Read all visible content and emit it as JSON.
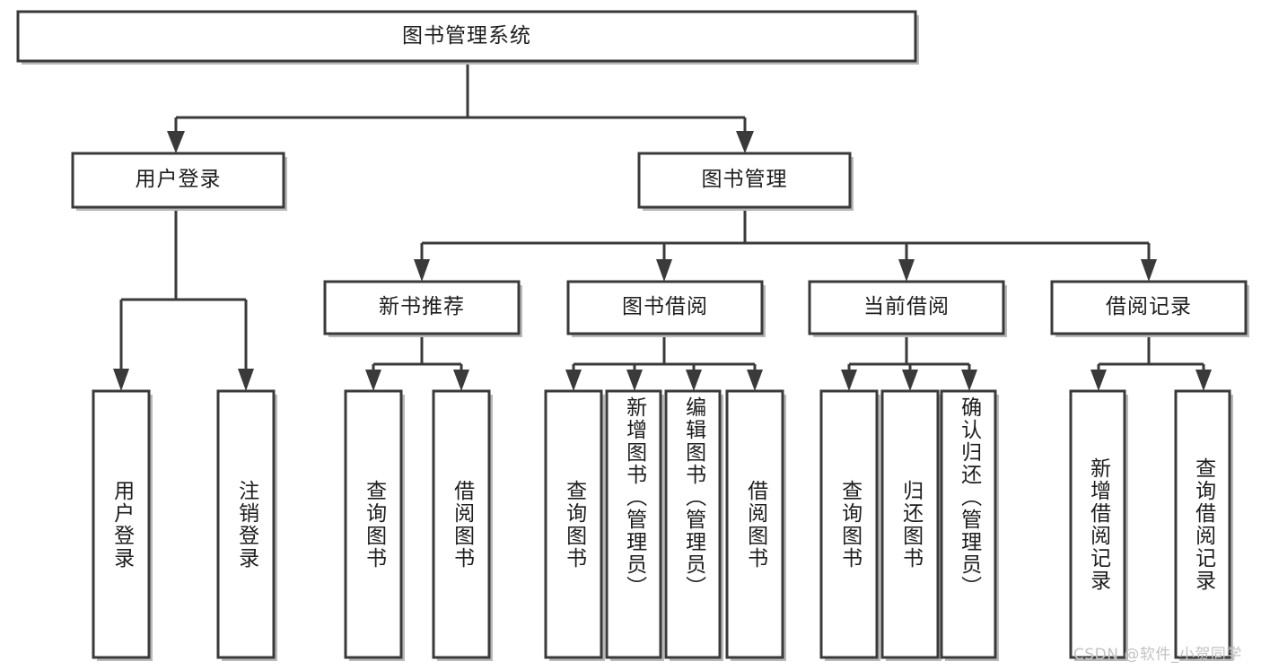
{
  "diagram": {
    "type": "tree-hierarchy-flowchart",
    "title": "图书管理系统",
    "orientation": "top-down",
    "box_fill": "#ffffff",
    "box_stroke": "#3a3a3a",
    "text_color": "#1d1d1d",
    "levels": [
      {
        "level": 1,
        "nodes": [
          {
            "id": "root",
            "label": "图书管理系统",
            "text_direction": "horizontal"
          }
        ]
      },
      {
        "level": 2,
        "nodes": [
          {
            "id": "login",
            "label": "用户登录",
            "text_direction": "horizontal",
            "parent": "root"
          },
          {
            "id": "bookmgmt",
            "label": "图书管理",
            "text_direction": "horizontal",
            "parent": "root"
          }
        ]
      },
      {
        "level": 3,
        "nodes": [
          {
            "id": "newbook",
            "label": "新书推荐",
            "text_direction": "horizontal",
            "parent": "bookmgmt"
          },
          {
            "id": "borrow",
            "label": "图书借阅",
            "text_direction": "horizontal",
            "parent": "bookmgmt"
          },
          {
            "id": "current",
            "label": "当前借阅",
            "text_direction": "horizontal",
            "parent": "bookmgmt"
          },
          {
            "id": "records",
            "label": "借阅记录",
            "text_direction": "horizontal",
            "parent": "bookmgmt"
          }
        ]
      },
      {
        "level": 4,
        "nodes": [
          {
            "id": "leaf1",
            "label": "用户登录",
            "text_direction": "vertical",
            "parent": "login"
          },
          {
            "id": "leaf2",
            "label": "注销登录",
            "text_direction": "vertical",
            "parent": "login"
          },
          {
            "id": "leaf3",
            "label": "查询图书",
            "text_direction": "vertical",
            "parent": "newbook"
          },
          {
            "id": "leaf4",
            "label": "借阅图书",
            "text_direction": "vertical",
            "parent": "newbook"
          },
          {
            "id": "leaf5",
            "label": "查询图书",
            "text_direction": "vertical",
            "parent": "borrow"
          },
          {
            "id": "leaf6",
            "label": "新增图书（管理员）",
            "text_direction": "vertical",
            "parent": "borrow"
          },
          {
            "id": "leaf7",
            "label": "编辑图书（管理员）",
            "text_direction": "vertical",
            "parent": "borrow"
          },
          {
            "id": "leaf8",
            "label": "借阅图书",
            "text_direction": "vertical",
            "parent": "borrow"
          },
          {
            "id": "leaf9",
            "label": "查询图书",
            "text_direction": "vertical",
            "parent": "current"
          },
          {
            "id": "leaf10",
            "label": "归还图书",
            "text_direction": "vertical",
            "parent": "current"
          },
          {
            "id": "leaf11",
            "label": "确认归还（管理员）",
            "text_direction": "vertical",
            "parent": "current"
          },
          {
            "id": "leaf12",
            "label": "新增借阅记录",
            "text_direction": "vertical",
            "parent": "records"
          },
          {
            "id": "leaf13",
            "label": "查询借阅记录",
            "text_direction": "vertical",
            "parent": "records"
          }
        ]
      }
    ]
  },
  "watermark": {
    "text": "CSDN @软件_小贺同学",
    "color": "#c3c3c3"
  }
}
